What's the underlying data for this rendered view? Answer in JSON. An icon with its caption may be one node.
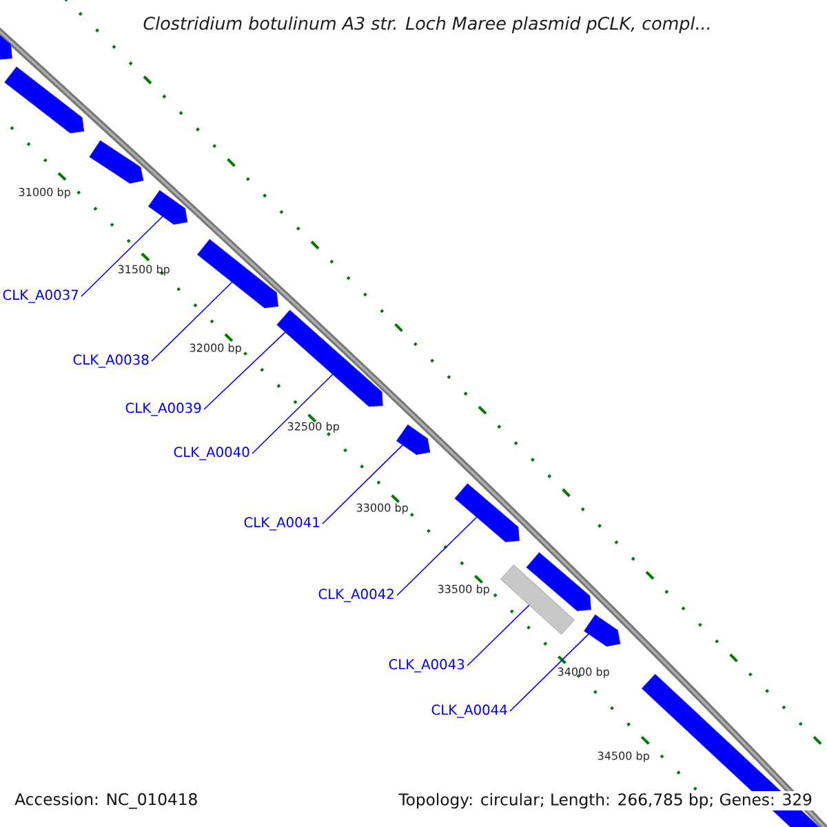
{
  "diagram": {
    "title": "Clostridium botulinum A3 str. Loch Maree plasmid pCLK, compl...",
    "nodes": [
      {
        "text": [],
        "shape": "arrow"
      },
      {
        "text": [],
        "shape": "arrow"
      },
      {
        "text": [],
        "shape": "arrow"
      },
      {
        "text": [],
        "shape": "arrow"
      },
      {
        "text": [],
        "shape": "arrow"
      },
      {
        "text": [],
        "shape": "arrow"
      },
      {
        "text": [],
        "shape": "arrow"
      },
      {
        "text": [],
        "shape": "arrow"
      },
      {
        "text": [],
        "shape": "bar"
      },
      {
        "text": [],
        "shape": "arrow"
      },
      {
        "text": [],
        "shape": "arrow"
      },
      {
        "text": [],
        "shape": "arrow"
      },
      {
        "text": [
          "CLK_A0037"
        ]
      },
      {
        "text": [
          "CLK_A0038"
        ]
      },
      {
        "text": [
          "CLK_A0039"
        ]
      },
      {
        "text": [
          "CLK_A0040"
        ]
      },
      {
        "text": [
          "CLK_A0041"
        ]
      },
      {
        "text": [
          "CLK_A0042"
        ]
      },
      {
        "text": [
          "CLK_A0043"
        ]
      },
      {
        "text": [
          "CLK_A0044"
        ]
      }
    ],
    "edges": [
      {
        "from": 12,
        "to": 3,
        "arrow": "none"
      },
      {
        "from": 13,
        "to": 4,
        "arrow": "none"
      },
      {
        "from": 14,
        "to": 5,
        "arrow": "none"
      },
      {
        "from": 15,
        "to": 5,
        "arrow": "none"
      },
      {
        "from": 16,
        "to": 6,
        "arrow": "none"
      },
      {
        "from": 17,
        "to": 7,
        "arrow": "none"
      },
      {
        "from": 18,
        "to": 8,
        "arrow": "none"
      },
      {
        "from": 19,
        "to": 10,
        "arrow": "none"
      }
    ],
    "labels": [
      "31000 bp",
      "31500 bp",
      "32000 bp",
      "32500 bp",
      "33000 bp",
      "33500 bp",
      "34000 bp",
      "34500 bp",
      "Accession: NC_010418",
      "Topology: circular; Length: 266,785 bp; Genes: 329"
    ]
  }
}
